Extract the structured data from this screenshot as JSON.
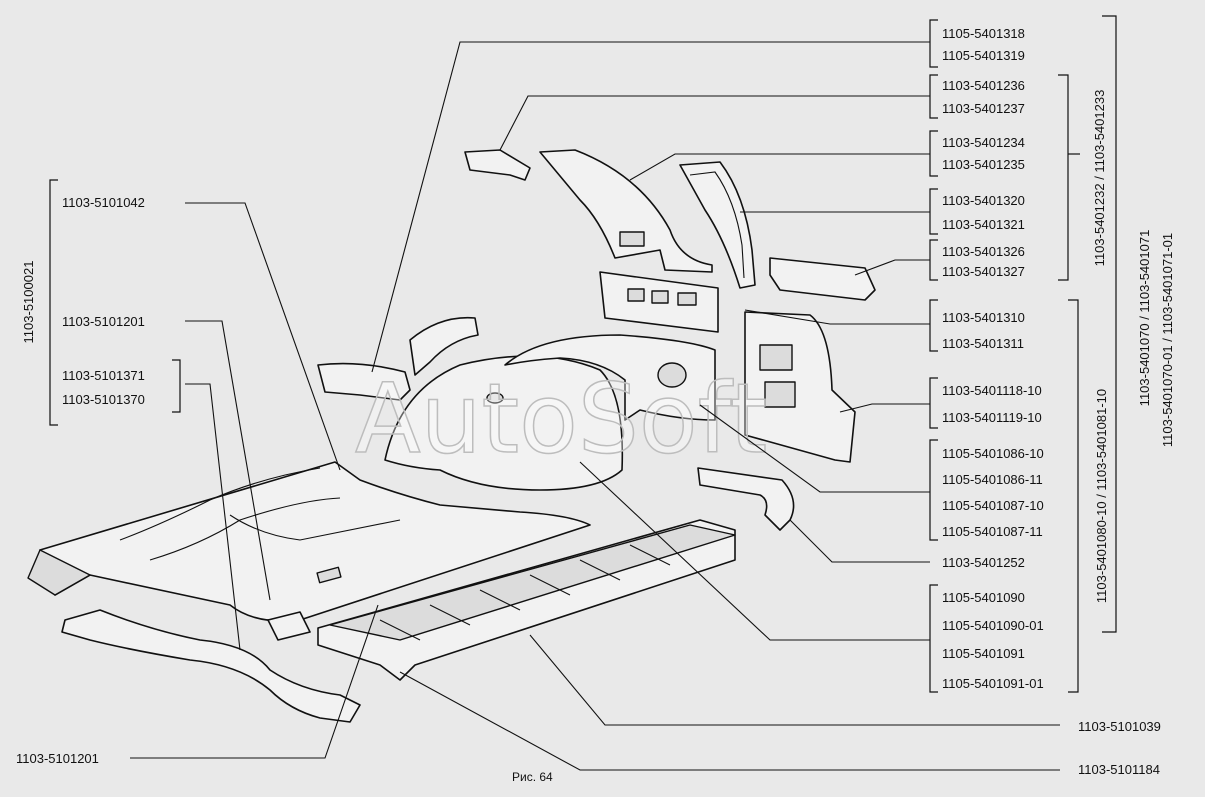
{
  "figure_caption": "Рис. 64",
  "watermark": "AutoSoft",
  "labels": {
    "p1318": "1105-5401318",
    "p1319": "1105-5401319",
    "p1236": "1103-5401236",
    "p1237": "1103-5401237",
    "p1234": "1103-5401234",
    "p1235": "1103-5401235",
    "p1320": "1103-5401320",
    "p1321": "1103-5401321",
    "p1326": "1103-5401326",
    "p1327": "1103-5401327",
    "p1310": "1103-5401310",
    "p1311": "1103-5401311",
    "p1118": "1103-5401118-10",
    "p1119": "1103-5401119-10",
    "p1086a": "1105-5401086-10",
    "p1086b": "1105-5401086-11",
    "p1087a": "1105-5401087-10",
    "p1087b": "1105-5401087-11",
    "p1252": "1103-5401252",
    "p1090": "1105-5401090",
    "p1090b": "1105-5401090-01",
    "p1091": "1105-5401091",
    "p1091b": "1105-5401091-01",
    "p1039": "1103-5101039",
    "p1184": "1103-5101184",
    "p1042": "1103-5101042",
    "p1201": "1103-5101201",
    "p1371": "1103-5101371",
    "p1370": "1103-5101370",
    "p1201b": "1103-5101201"
  },
  "group_labels": {
    "g5100021": "1103-5100021",
    "g1232": "1103-5401232  /  1103-5401233",
    "g1080": "1103-5401080-10  /  1103-5401081-10",
    "g1070": "1103-5401070  /  1103-5401071",
    "g1070b": "1103-5401070-01  /  1103-5401071-01"
  }
}
